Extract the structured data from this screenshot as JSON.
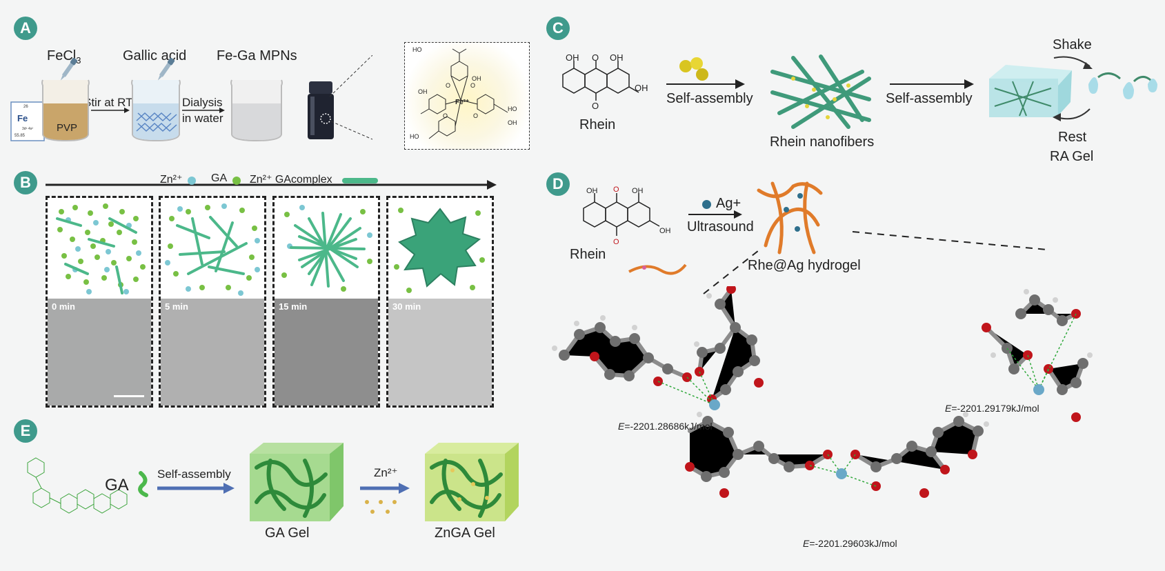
{
  "panels": {
    "a": {
      "badge": "A",
      "fecl3": "FeCl",
      "fecl3_sub": "3",
      "gallic": "Gallic acid",
      "mpn": "Fe-Ga MPNs",
      "stir": "Stir at RT",
      "dialysis_1": "Dialysis",
      "dialysis_2": "in water",
      "pvp": "PVP",
      "fe_symbol": "Fe",
      "fe_number": "26",
      "fe_mass": "55.85",
      "fe_charge": "3d⁶ 4s²",
      "center_ion": "Fe³⁺",
      "oh": "OH",
      "ho": "HO",
      "o": "O"
    },
    "b": {
      "badge": "B",
      "legend_zn": "Zn²⁺",
      "legend_ga": "GA",
      "legend_complex": "Zn²⁺ GAcomplex",
      "times": [
        "0 min",
        "5 min",
        "15 min",
        "30 min"
      ]
    },
    "c": {
      "badge": "C",
      "rhein": "Rhein",
      "self_assembly_1": "Self-assembly",
      "nanofibers": "Rhein nanofibers",
      "self_assembly_2": "Self-assembly",
      "shake": "Shake",
      "rest": "Rest",
      "ra_gel": "RA Gel",
      "oh": "OH",
      "o": "O"
    },
    "d": {
      "badge": "D",
      "ag": "Ag+",
      "ultrasound": "Ultrasound",
      "rhein": "Rhein",
      "hydrogel": "Rhe@Ag hydrogel",
      "oh": "OH",
      "o": "O",
      "e_label": "E",
      "energy_1": "=-2201.28686kJ/mol",
      "energy_2": "=-2201.29179kJ/mol",
      "energy_3": "=-2201.29603kJ/mol"
    },
    "e": {
      "badge": "E",
      "ga": "GA",
      "self_assembly": "Self-assembly",
      "zn": "Zn²⁺",
      "ga_gel": "GA Gel",
      "znga_gel": "ZnGA Gel"
    }
  },
  "colors": {
    "badge": "#3f9a8c",
    "zn_dot": "#7cc7d3",
    "ga_dot": "#78c044",
    "complex": "#4cb88a",
    "arrow_blue": "#4f6fb3",
    "gel_green": "#93d27a",
    "orange_fiber": "#e07b2a",
    "oxygen": "#c0151b",
    "carbon": "#6e6e6e",
    "hydrogen": "#cfcfcf",
    "ag": "#6aa8c8"
  }
}
